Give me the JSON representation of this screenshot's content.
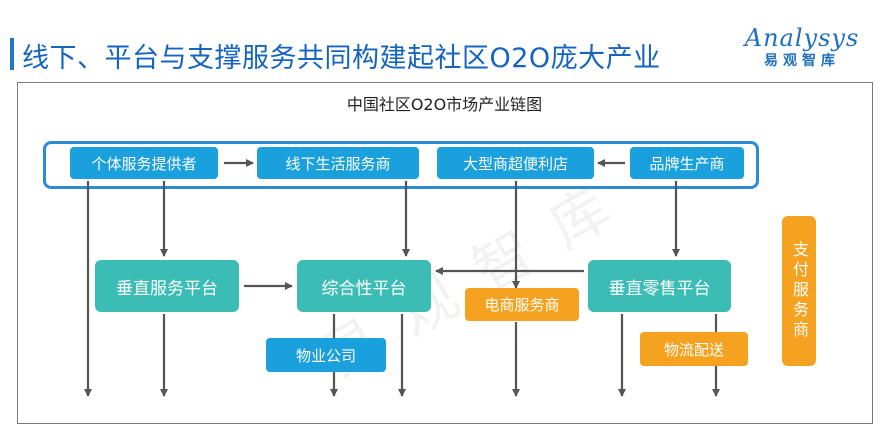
{
  "header": {
    "title": "线下、平台与支撑服务共同构建起社区O2O庞大产业",
    "logo_main": "Analysys",
    "logo_sub": "易观智库"
  },
  "diagram": {
    "title": "中国社区O2O市场产业链图",
    "top_row": {
      "individual": "个体服务提供者",
      "offline": "线下生活服务商",
      "supermarket": "大型商超便利店",
      "brand": "品牌生产商"
    },
    "platforms": {
      "vertical_service": "垂直服务平台",
      "integrated": "综合性平台",
      "vertical_retail": "垂直零售平台"
    },
    "support": {
      "ecommerce": "电商服务商",
      "property": "物业公司",
      "logistics": "物流配送",
      "payment": "支付服务商"
    },
    "watermark": "易观智库"
  },
  "colors": {
    "title_blue": "#1565c0",
    "node_blue": "#1aa0dc",
    "node_teal": "#3bbdb6",
    "node_orange": "#f4a21f",
    "band_border": "#2a8bd6",
    "arrow": "#555555"
  }
}
